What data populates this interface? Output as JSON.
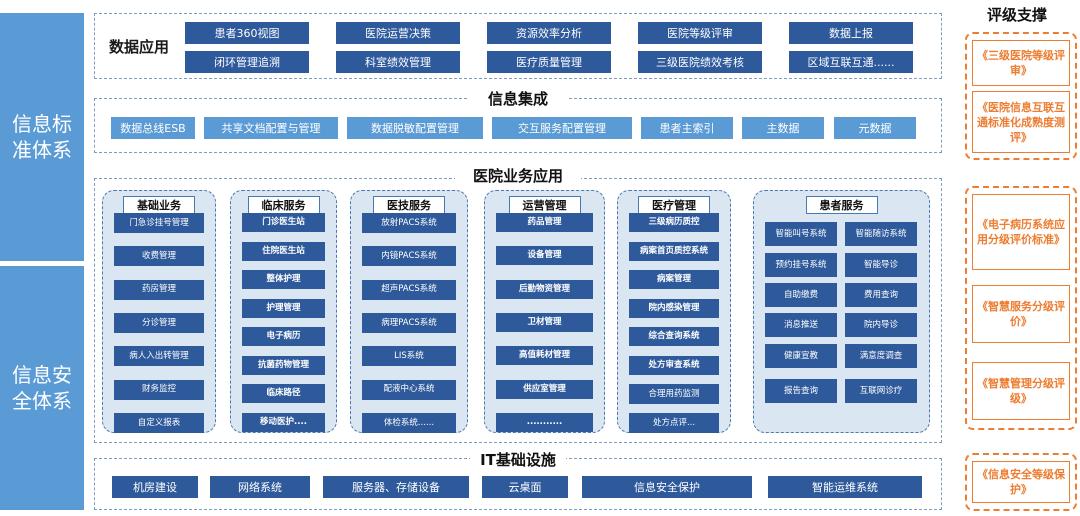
{
  "left": {
    "standard": "信息标准体系",
    "security": "信息安全体系"
  },
  "data_app": {
    "title": "数据应用",
    "row1": [
      "患者360视图",
      "医院运营决策",
      "资源效率分析",
      "医院等级评审",
      "数据上报"
    ],
    "row2": [
      "闭环管理追溯",
      "科室绩效管理",
      "医疗质量管理",
      "三级医院绩效考核",
      "区域互联互通......"
    ]
  },
  "integration": {
    "title": "信息集成",
    "items": [
      "数据总线ESB",
      "共享文档配置与管理",
      "数据脱敏配置管理",
      "交互服务配置管理",
      "患者主索引",
      "主数据",
      "元数据"
    ]
  },
  "hospital": {
    "title": "医院业务应用",
    "columns": [
      {
        "title": "基础业务",
        "items": [
          "门急诊挂号管理",
          "收费管理",
          "药房管理",
          "分诊管理",
          "病人入出转管理",
          "财务监控",
          "自定义报表"
        ]
      },
      {
        "title": "临床服务",
        "items": [
          "门诊医生站",
          "住院医生站",
          "整体护理",
          "护理管理",
          "电子病历",
          "抗菌药物管理",
          "临床路径",
          "移动医护...."
        ]
      },
      {
        "title": "医技服务",
        "items": [
          "放射PACS系统",
          "内镜PACS系统",
          "超声PACS系统",
          "病理PACS系统",
          "LIS系统",
          "配液中心系统",
          "体检系统......"
        ]
      },
      {
        "title": "运营管理",
        "items": [
          "药品管理",
          "设备管理",
          "后勤物资管理",
          "卫材管理",
          "高值耗材管理",
          "供应室管理",
          "..........."
        ]
      },
      {
        "title": "医疗管理",
        "items": [
          "三级病历质控",
          "病案首页质控系统",
          "病案管理",
          "院内感染管理",
          "综合查询系统",
          "处方审查系统",
          "合理用药监测",
          "处方点评..."
        ]
      },
      {
        "title": "患者服务",
        "items": [
          "智能叫号系统",
          "智能随访系统",
          "预约挂号系统",
          "智能导诊",
          "自助缴费",
          "费用查询",
          "消息推送",
          "院内导诊",
          "健康宣教",
          "满意度调查",
          "报告查询",
          "互联网诊疗"
        ]
      }
    ]
  },
  "infra": {
    "title": "IT基础设施",
    "items": [
      "机房建设",
      "网络系统",
      "服务器、存储设备",
      "云桌面",
      "信息安全保护",
      "智能运维系统"
    ]
  },
  "rating": {
    "title": "评级支撑",
    "group1": [
      "《三级医院等级评审》",
      "《医院信息互联互通标准化成熟度测评》"
    ],
    "group2": [
      "《电子病历系统应用分级评价标准》",
      "《智慧服务分级评价》",
      "《智慧管理分级评级》"
    ],
    "group3": [
      "《信息安全等级保护》"
    ]
  },
  "colors": {
    "dark_blue": "#2e5a9c",
    "light_blue": "#5b9bd5",
    "panel_blue": "#dbe6f3",
    "orange": "#ed7d31"
  }
}
